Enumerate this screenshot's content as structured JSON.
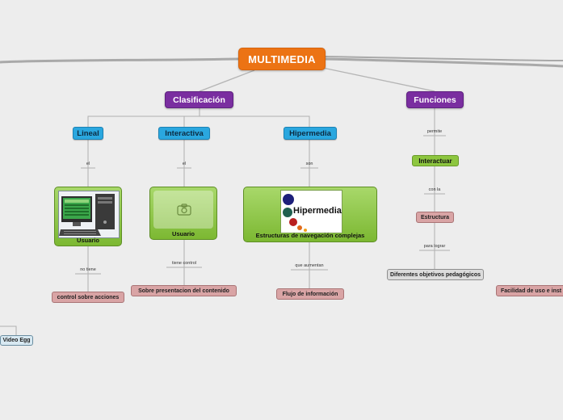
{
  "root": "MULTIMEDIA",
  "classification": "Clasificación",
  "functions": "Funciones",
  "types": {
    "lineal": "Lineal",
    "interactiva": "Interactiva",
    "hipermedia": "Hipermedia"
  },
  "connectors": {
    "lineal_el": "el",
    "interactiva_el": "el",
    "hipermedia_son": "son",
    "no_tiene": "no tiene",
    "tiene_control": "tiene control",
    "que_aumentan": "que aumentan",
    "permite": "permite",
    "con_la": "con la",
    "para_lograr": "para lograr"
  },
  "cards": {
    "usuario_lineal": "Usuario",
    "usuario_interactiva": "Usuario",
    "hipermedia": "Estructuras de navegación complejas",
    "hipermedia_logo": "Hipermedia"
  },
  "leaves": {
    "control": "control sobre acciones",
    "presentacion": "Sobre presentacion del contenido",
    "flujo": "Flujo de información",
    "interactuar": "Interactuar",
    "estructura": "Estructura",
    "objetivos": "Diferentes objetivos pedagógicos",
    "facilidad": "Facilidad de uso e inst",
    "video": "Video Egg"
  },
  "colors": {
    "root": "#ec7314",
    "purple": "#7a2ea0",
    "blue": "#2aa7df",
    "green": "#8dc63f",
    "pink": "#d9a4a5"
  },
  "icons": [
    "computer-icon",
    "camera-icon",
    "hipermedia-logo"
  ]
}
